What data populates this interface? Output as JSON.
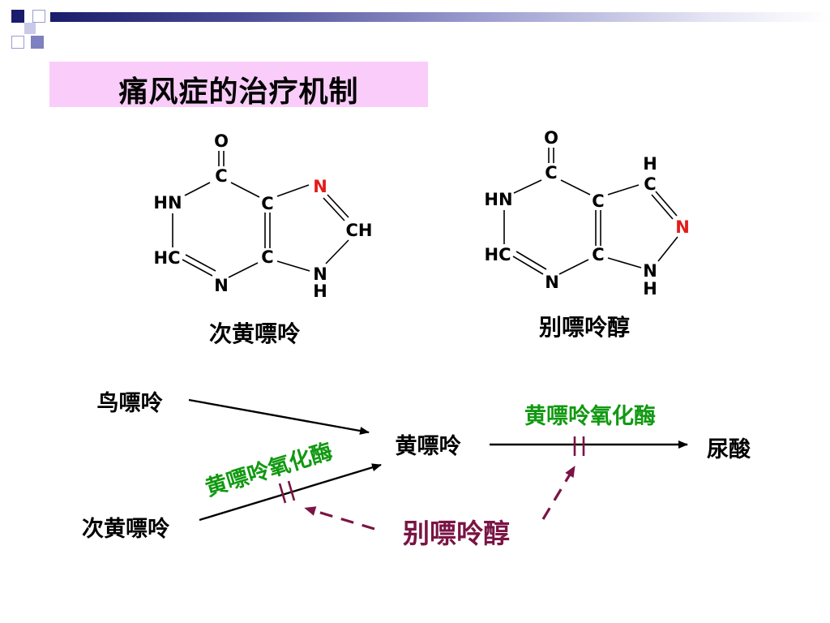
{
  "title": "痛风症的治疗机制",
  "molecule_1": {
    "name": "次黄嘌呤",
    "atoms": {
      "o": "O",
      "c_top": "C",
      "hn": "HN",
      "c_right_top": "C",
      "n_top": "N",
      "ch": "CH",
      "hc": "HC",
      "c_right_bottom": "C",
      "n_bottom": "N",
      "nh_n": "N",
      "nh_h": "H"
    }
  },
  "molecule_2": {
    "name": "别嘌呤醇",
    "atoms": {
      "o": "O",
      "c_top": "C",
      "hn": "HN",
      "c_right_top": "C",
      "ch_h": "H",
      "ch_c": "C",
      "n_right": "N",
      "hc": "HC",
      "c_right_bottom": "C",
      "n_bottom": "N",
      "nh_n": "N",
      "nh_h": "H"
    }
  },
  "pathway": {
    "guanine": "鸟嘌呤",
    "hypoxanthine": "次黄嘌呤",
    "xanthine": "黄嘌呤",
    "uric_acid": "尿酸",
    "enzyme_1": "黄嘌呤氧化酶",
    "enzyme_2": "黄嘌呤氧化酶",
    "inhibitor": "别嘌呤醇"
  },
  "colors": {
    "title_bg": "#f9ccf9",
    "highlight_n": "#e41a1a",
    "enzyme": "#119911",
    "inhibitor": "#7a1444",
    "deco_navy": "#1a1d6b",
    "deco_lavender": "#9b9ccf"
  }
}
